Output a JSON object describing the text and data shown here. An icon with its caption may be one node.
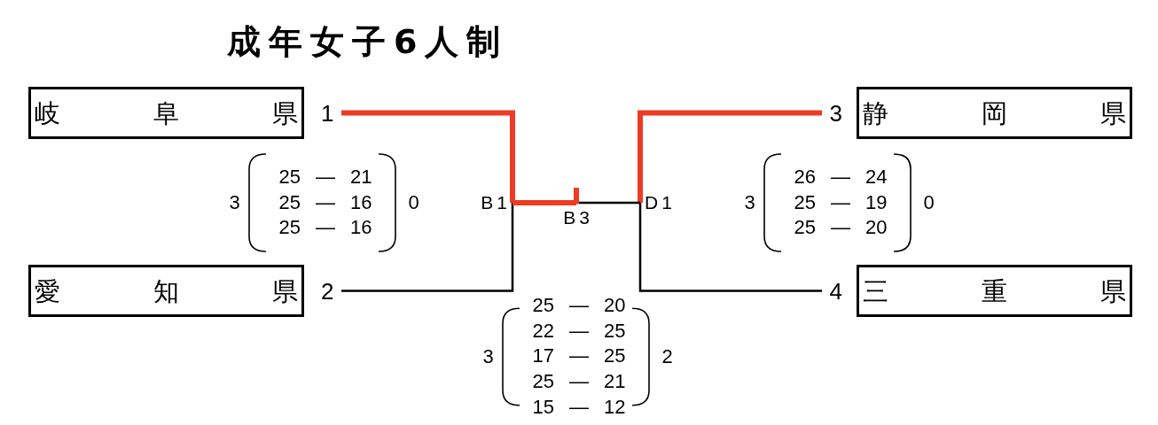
{
  "diagram": {
    "title": "成年女子6人制",
    "nodes": [
      {
        "text": [
          "岐阜県"
        ],
        "beside": [
          "1"
        ]
      },
      {
        "text": [
          "愛知県"
        ],
        "beside": [
          "2"
        ]
      },
      {
        "text": [
          "静岡県"
        ],
        "beside": [
          "3"
        ]
      },
      {
        "text": [
          "三重県"
        ],
        "beside": [
          "4"
        ]
      },
      {
        "text": [
          "B1"
        ]
      },
      {
        "text": [
          "D1"
        ]
      },
      {
        "text": [
          "B3"
        ]
      }
    ],
    "edges": [
      {
        "from": 0,
        "to": 4,
        "arrow": "none",
        "style": "thick",
        "color": "#ee3b24"
      },
      {
        "from": 1,
        "to": 4,
        "arrow": "none",
        "color": "#000000"
      },
      {
        "from": 2,
        "to": 5,
        "arrow": "none",
        "style": "thick",
        "color": "#ee3b24"
      },
      {
        "from": 3,
        "to": 5,
        "arrow": "none",
        "color": "#000000"
      },
      {
        "from": 4,
        "to": 6,
        "arrow": "none",
        "style": "thick",
        "color": "#ee3b24"
      },
      {
        "from": 5,
        "to": 6,
        "arrow": "none",
        "color": "#000000"
      }
    ],
    "labels": [
      "3",
      "25 ― 21",
      "25 ― 16",
      "25 ― 16",
      "0",
      "3",
      "26 ― 24",
      "25 ― 19",
      "25 ― 20",
      "0",
      "3",
      "25 ― 20",
      "22 ― 25",
      "17 ― 25",
      "25 ― 21",
      "15 ― 12",
      "2"
    ]
  }
}
